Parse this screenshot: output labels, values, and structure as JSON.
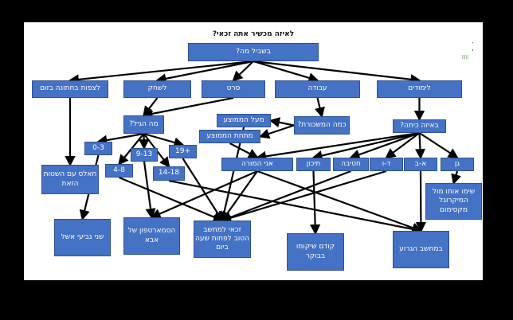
{
  "title": "לאיזה מכשיר אתה זכאי?",
  "logo_text": "מוקצ",
  "colors": {
    "box": "#4472c4",
    "border": "#2f528f",
    "arrow": "#000000",
    "logo": "#3a7d2c"
  },
  "nodes": {
    "root": "בשביל מה?",
    "zoom": "לצפות בחתונה בזום",
    "play": "לשחק",
    "movie": "סרט",
    "work": "עבודה",
    "study": "לימודים",
    "age": "מה הגיל?",
    "a03": "0-3",
    "a913": "9-13",
    "a19": "+19",
    "a48": "4-8",
    "a1418": "14-18",
    "enough": "חאלס עם השטות הזאת",
    "eshel": "שני גביעי אשל",
    "dadphone": "הסמארטפון של אבא",
    "best": "זכאי למחשב הטוב לפחות שעה ביום",
    "above": "מעל הממוצע",
    "below": "מתחת הממוצע",
    "salary": "כמה המשכורת?",
    "grade": "באיזה כיתה?",
    "teacher": "אני המורה",
    "high": "תיכון",
    "middle": "חטיבה",
    "g46": "ד-ו",
    "g13": "א-ב",
    "kinder": "גן",
    "microwave": "שימו אותו מול המיקרוגל מקסימום",
    "morning": "קודם שיקומו בבוקר",
    "worst": "במחשב הגרוע"
  }
}
